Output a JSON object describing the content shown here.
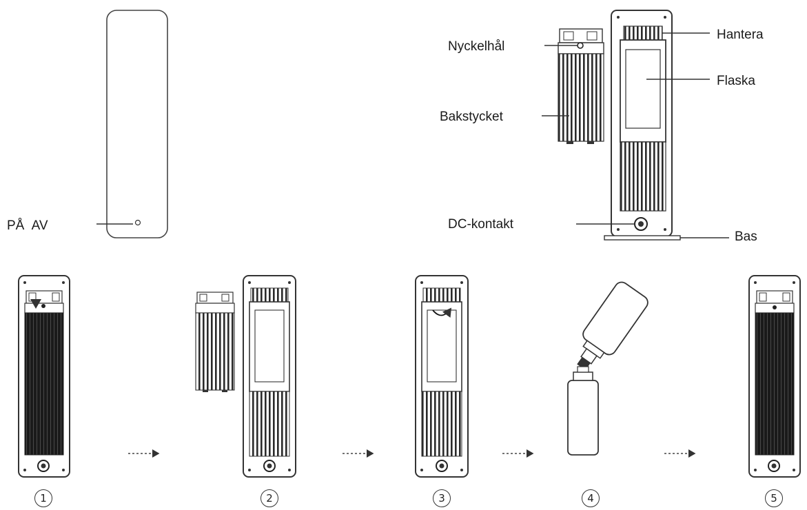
{
  "labels": {
    "power": "PÅ AV",
    "keyhole": "Nyckelhål",
    "back_piece": "Bakstycket",
    "handle": "Hantera",
    "bottle": "Flaska",
    "dc": "DC-kontakt",
    "base": "Bas"
  },
  "steps": [
    "1",
    "2",
    "3",
    "4",
    "5"
  ]
}
